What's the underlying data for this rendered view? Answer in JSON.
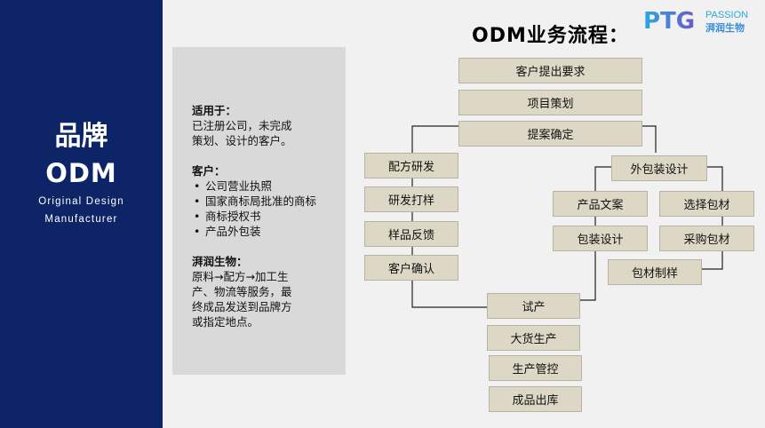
{
  "sidebar": {
    "title_line1": "品牌",
    "title_line2": "ODM",
    "subtitle_line1": "Original Design",
    "subtitle_line2": "Manufacturer"
  },
  "logo": {
    "letters": "PTG",
    "text_en": "PASSION",
    "text_cn": "湃润生物",
    "colors": [
      "#2aa9e0",
      "#6b58c8"
    ]
  },
  "info": {
    "applicable_heading": "适用于：",
    "applicable_text_l1": "已注册公司，未完成",
    "applicable_text_l2": "策划、设计的客户。",
    "customer_heading": "客户：",
    "customer_items": [
      "公司营业执照",
      "国家商标局批准的商标",
      "商标授权书",
      "产品外包装"
    ],
    "company_heading": "湃润生物：",
    "company_text_l1": "原料→配方→加工生",
    "company_text_l2": "产、物流等服务，最",
    "company_text_l3": "终成品发送到品牌方",
    "company_text_l4": "或指定地点。"
  },
  "diagram": {
    "title": "ODM业务流程：",
    "top_steps": [
      "客户提出要求",
      "项目策划",
      "提案确定"
    ],
    "left_steps": [
      "配方研发",
      "研发打样",
      "样品反馈",
      "客户确认"
    ],
    "right_top": "外包装设计",
    "right_grid": [
      "产品文案",
      "选择包材",
      "包装设计",
      "采购包材"
    ],
    "right_bottom": "包材制样",
    "bottom_steps": [
      "试产",
      "大货生产",
      "生产管控",
      "成品出库"
    ]
  },
  "colors": {
    "sidebar": "#0d2466",
    "box_fill": "#ddd8c5",
    "info_panel": "#d9d9d9",
    "background": "#f1f1f1"
  }
}
